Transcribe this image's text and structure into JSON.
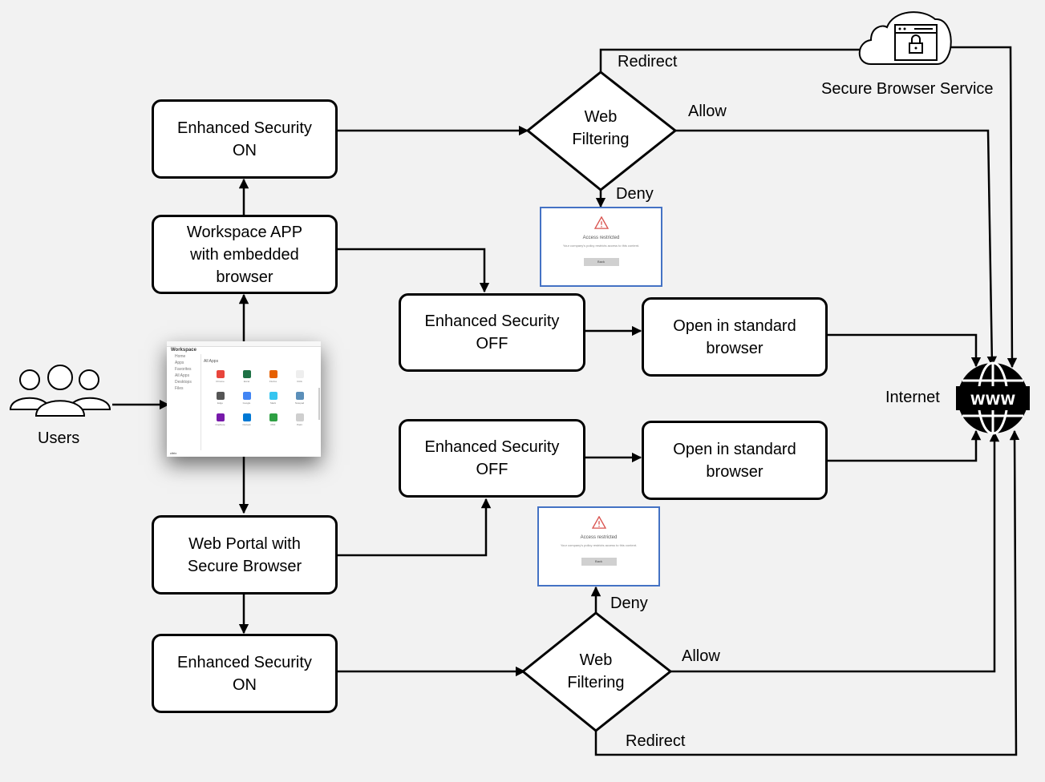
{
  "nodes": {
    "users": "Users",
    "workspace_app": "Workspace APP\nwith embedded\nbrowser",
    "web_portal": "Web Portal with\nSecure Browser",
    "es_on_top": "Enhanced Security\nON",
    "es_on_bottom": "Enhanced Security\nON",
    "es_off_top": "Enhanced Security\nOFF",
    "es_off_bottom": "Enhanced Security\nOFF",
    "open_std_top": "Open in standard\nbrowser",
    "open_std_bottom": "Open in standard\nbrowser",
    "web_filter_top": "Web\nFiltering",
    "web_filter_bottom": "Web\nFiltering",
    "internet": "Internet",
    "secure_browser_service": "Secure Browser Service"
  },
  "edge_labels": {
    "redirect_top": "Redirect",
    "allow_top": "Allow",
    "deny_top": "Deny",
    "deny_bottom": "Deny",
    "allow_bottom": "Allow",
    "redirect_bottom": "Redirect"
  },
  "denied_panel": {
    "title": "Access restricted",
    "message": "Your company's policy restricts access to this content.",
    "back_button": "Back"
  },
  "workspace_thumbnail": {
    "window_title": "Workspace",
    "section": "All Apps",
    "nav": [
      "Home",
      "Apps",
      "Favorites",
      "All Apps",
      "Desktops",
      "Files"
    ],
    "apps": [
      "Chrome",
      "Excel",
      "Firefox",
      "Citrix",
      "Edge",
      "Google",
      "Slack",
      "Notepad",
      "OneNote",
      "Outlook",
      "PDF",
      "Paint"
    ],
    "footer": "citrix"
  },
  "icons": {
    "users": "users-group-icon",
    "internet": "www-globe-icon",
    "cloud": "cloud-lock-icon",
    "warning": "warning-triangle-icon"
  }
}
